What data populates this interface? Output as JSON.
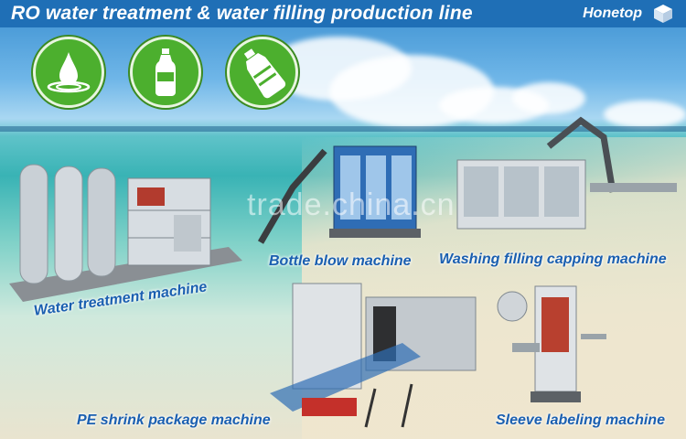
{
  "header": {
    "title": "RO water treatment & water filling production line",
    "brand": "Honetop"
  },
  "watermark": "trade.china.cn",
  "icons": [
    "water-drop-icon",
    "bottle-icon",
    "water-jug-icon"
  ],
  "machines": {
    "water_treatment": "Water treatment machine",
    "bottle_blow": "Bottle blow machine",
    "washing_filling": "Washing  filling capping machine",
    "pe_shrink": "PE shrink package machine",
    "sleeve_labeling": "Sleeve labeling machine"
  },
  "colors": {
    "header_bg": "#1f6fb6",
    "label_text": "#1a5fb0",
    "icon_green": "#4caf2e"
  }
}
